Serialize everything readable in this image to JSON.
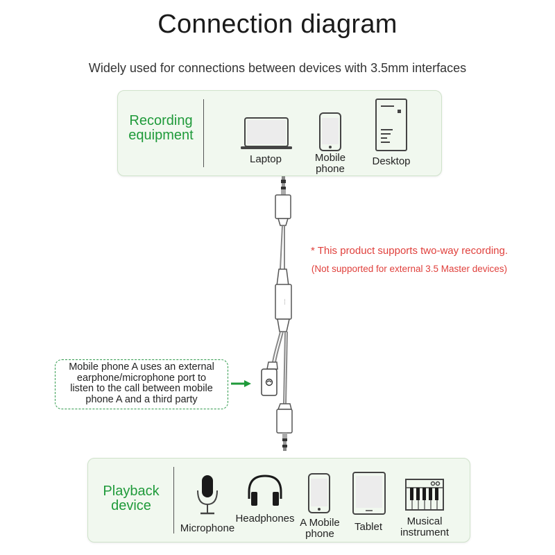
{
  "title": "Connection diagram",
  "subtitle": "Widely used for connections between devices with 3.5mm interfaces",
  "recording": {
    "heading_line1": "Recording",
    "heading_line2": "equipment",
    "devices": [
      {
        "icon": "laptop-icon",
        "label_line1": "Laptop",
        "label_line2": ""
      },
      {
        "icon": "mobile-phone-icon",
        "label_line1": "Mobile",
        "label_line2": "phone"
      },
      {
        "icon": "desktop-icon",
        "label_line1": "Desktop",
        "label_line2": ""
      }
    ]
  },
  "notes": {
    "line1": "* This product supports two-way recording.",
    "line2": "(Not supported for external 3.5 Master devices)"
  },
  "callout": {
    "line1": "Mobile phone A uses an external",
    "line2": "earphone/microphone port to",
    "line3": "listen to the call between mobile",
    "line4": "phone A and a third party"
  },
  "playback": {
    "heading_line1": "Playback",
    "heading_line2": "device",
    "devices": [
      {
        "icon": "microphone-icon",
        "label_line1": "Microphone",
        "label_line2": ""
      },
      {
        "icon": "headphones-icon",
        "label_line1": "Headphones",
        "label_line2": ""
      },
      {
        "icon": "mobile-phone-icon",
        "label_line1": "A Mobile",
        "label_line2": "phone"
      },
      {
        "icon": "tablet-icon",
        "label_line1": "Tablet",
        "label_line2": ""
      },
      {
        "icon": "musical-instrument-icon",
        "label_line1": "Musical",
        "label_line2": "instrument"
      }
    ]
  },
  "colors": {
    "accent_green": "#1f9a3a",
    "panel_bg": "#f1f8ef",
    "note_red": "#e0403c"
  }
}
